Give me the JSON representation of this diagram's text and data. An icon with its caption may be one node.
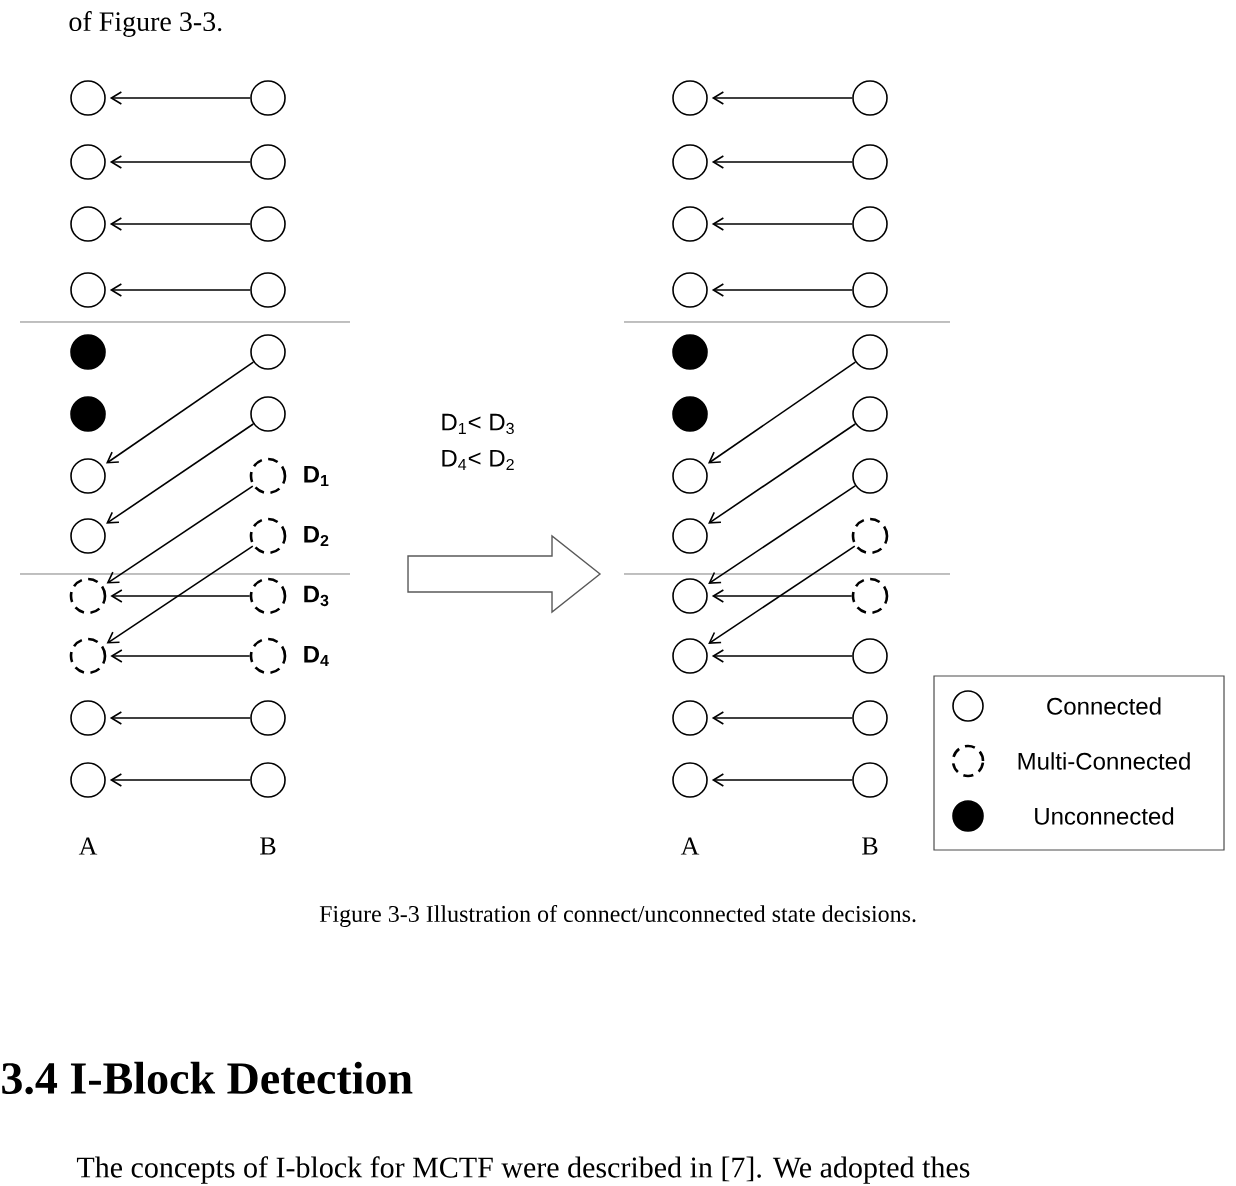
{
  "diagram": {
    "caption": "Figure 3-3 Illustration of connect/unconnected state decisions.",
    "nodes": [
      {
        "text": [],
        "shape": "circle"
      },
      {
        "text": [],
        "shape": "circle"
      },
      {
        "text": [],
        "shape": "circle"
      },
      {
        "text": [],
        "shape": "circle"
      },
      {
        "text": [],
        "shape": "disc"
      },
      {
        "text": [],
        "shape": "disc"
      },
      {
        "text": [],
        "shape": "circle"
      },
      {
        "text": [],
        "shape": "circle"
      },
      {
        "text": [],
        "shape": "dashed-circle"
      },
      {
        "text": [],
        "shape": "dashed-circle"
      },
      {
        "text": [],
        "shape": "circle"
      },
      {
        "text": [],
        "shape": "circle"
      },
      {
        "text": [],
        "shape": "circle"
      },
      {
        "text": [],
        "shape": "circle"
      },
      {
        "text": [],
        "shape": "circle"
      },
      {
        "text": [],
        "shape": "circle"
      },
      {
        "text": [],
        "shape": "circle"
      },
      {
        "text": [],
        "shape": "circle"
      },
      {
        "text": [],
        "shape": "dashed-circle",
        "beside": [
          "D$_{1}$"
        ]
      },
      {
        "text": [],
        "shape": "dashed-circle",
        "beside": [
          "D$_{2}$"
        ]
      },
      {
        "text": [],
        "shape": "dashed-circle",
        "beside": [
          "D$_{3}$"
        ]
      },
      {
        "text": [],
        "shape": "dashed-circle",
        "beside": [
          "D$_{4}$"
        ]
      },
      {
        "text": [],
        "shape": "circle"
      },
      {
        "text": [],
        "shape": "circle"
      },
      {
        "text": [],
        "shape": "circle"
      },
      {
        "text": [],
        "shape": "circle"
      },
      {
        "text": [],
        "shape": "circle"
      },
      {
        "text": [],
        "shape": "circle"
      },
      {
        "text": [],
        "shape": "disc"
      },
      {
        "text": [],
        "shape": "disc"
      },
      {
        "text": [],
        "shape": "circle"
      },
      {
        "text": [],
        "shape": "circle"
      },
      {
        "text": [],
        "shape": "circle"
      },
      {
        "text": [],
        "shape": "circle"
      },
      {
        "text": [],
        "shape": "circle"
      },
      {
        "text": [],
        "shape": "circle"
      },
      {
        "text": [],
        "shape": "circle"
      },
      {
        "text": [],
        "shape": "circle"
      },
      {
        "text": [],
        "shape": "circle"
      },
      {
        "text": [],
        "shape": "circle"
      },
      {
        "text": [],
        "shape": "circle"
      },
      {
        "text": [],
        "shape": "circle"
      },
      {
        "text": [],
        "shape": "circle"
      },
      {
        "text": [],
        "shape": "dashed-circle"
      },
      {
        "text": [],
        "shape": "dashed-circle"
      },
      {
        "text": [],
        "shape": "circle"
      },
      {
        "text": [],
        "shape": "circle"
      },
      {
        "text": [],
        "shape": "circle"
      }
    ],
    "edges": [
      {
        "from": 12,
        "to": 0,
        "arrow": "to"
      },
      {
        "from": 13,
        "to": 1,
        "arrow": "to"
      },
      {
        "from": 14,
        "to": 2,
        "arrow": "to"
      },
      {
        "from": 15,
        "to": 3,
        "arrow": "to"
      },
      {
        "from": 16,
        "to": 6,
        "arrow": "to"
      },
      {
        "from": 17,
        "to": 7,
        "arrow": "to"
      },
      {
        "from": 18,
        "to": 8,
        "arrow": "to"
      },
      {
        "from": 19,
        "to": 9,
        "arrow": "to"
      },
      {
        "from": 20,
        "to": 8,
        "arrow": "to"
      },
      {
        "from": 21,
        "to": 9,
        "arrow": "to"
      },
      {
        "from": 22,
        "to": 10,
        "arrow": "to"
      },
      {
        "from": 23,
        "to": 11,
        "arrow": "to"
      },
      {
        "from": 36,
        "to": 24,
        "arrow": "to"
      },
      {
        "from": 37,
        "to": 25,
        "arrow": "to"
      },
      {
        "from": 38,
        "to": 26,
        "arrow": "to"
      },
      {
        "from": 39,
        "to": 27,
        "arrow": "to"
      },
      {
        "from": 40,
        "to": 30,
        "arrow": "to"
      },
      {
        "from": 41,
        "to": 31,
        "arrow": "to"
      },
      {
        "from": 42,
        "to": 32,
        "arrow": "to"
      },
      {
        "from": 43,
        "to": 33,
        "arrow": "to"
      },
      {
        "from": 44,
        "to": 32,
        "arrow": "to"
      },
      {
        "from": 45,
        "to": 33,
        "arrow": "to"
      },
      {
        "from": 46,
        "to": 34,
        "arrow": "to"
      },
      {
        "from": 47,
        "to": 35,
        "arrow": "to"
      }
    ],
    "labels": [
      "of Figure 3-3.",
      "D$_{1}$< D$_{3}$",
      "D$_{4}$< D$_{2}$",
      "A",
      "B",
      "A",
      "B",
      "3.4 I-Block Detection",
      "The concepts of I-block for MCTF were described in [7]. We adopted thes"
    ],
    "legend": [
      {
        "text": "Connected"
      },
      {
        "text": "Multi-Connected"
      },
      {
        "text": "Unconnected"
      }
    ]
  }
}
